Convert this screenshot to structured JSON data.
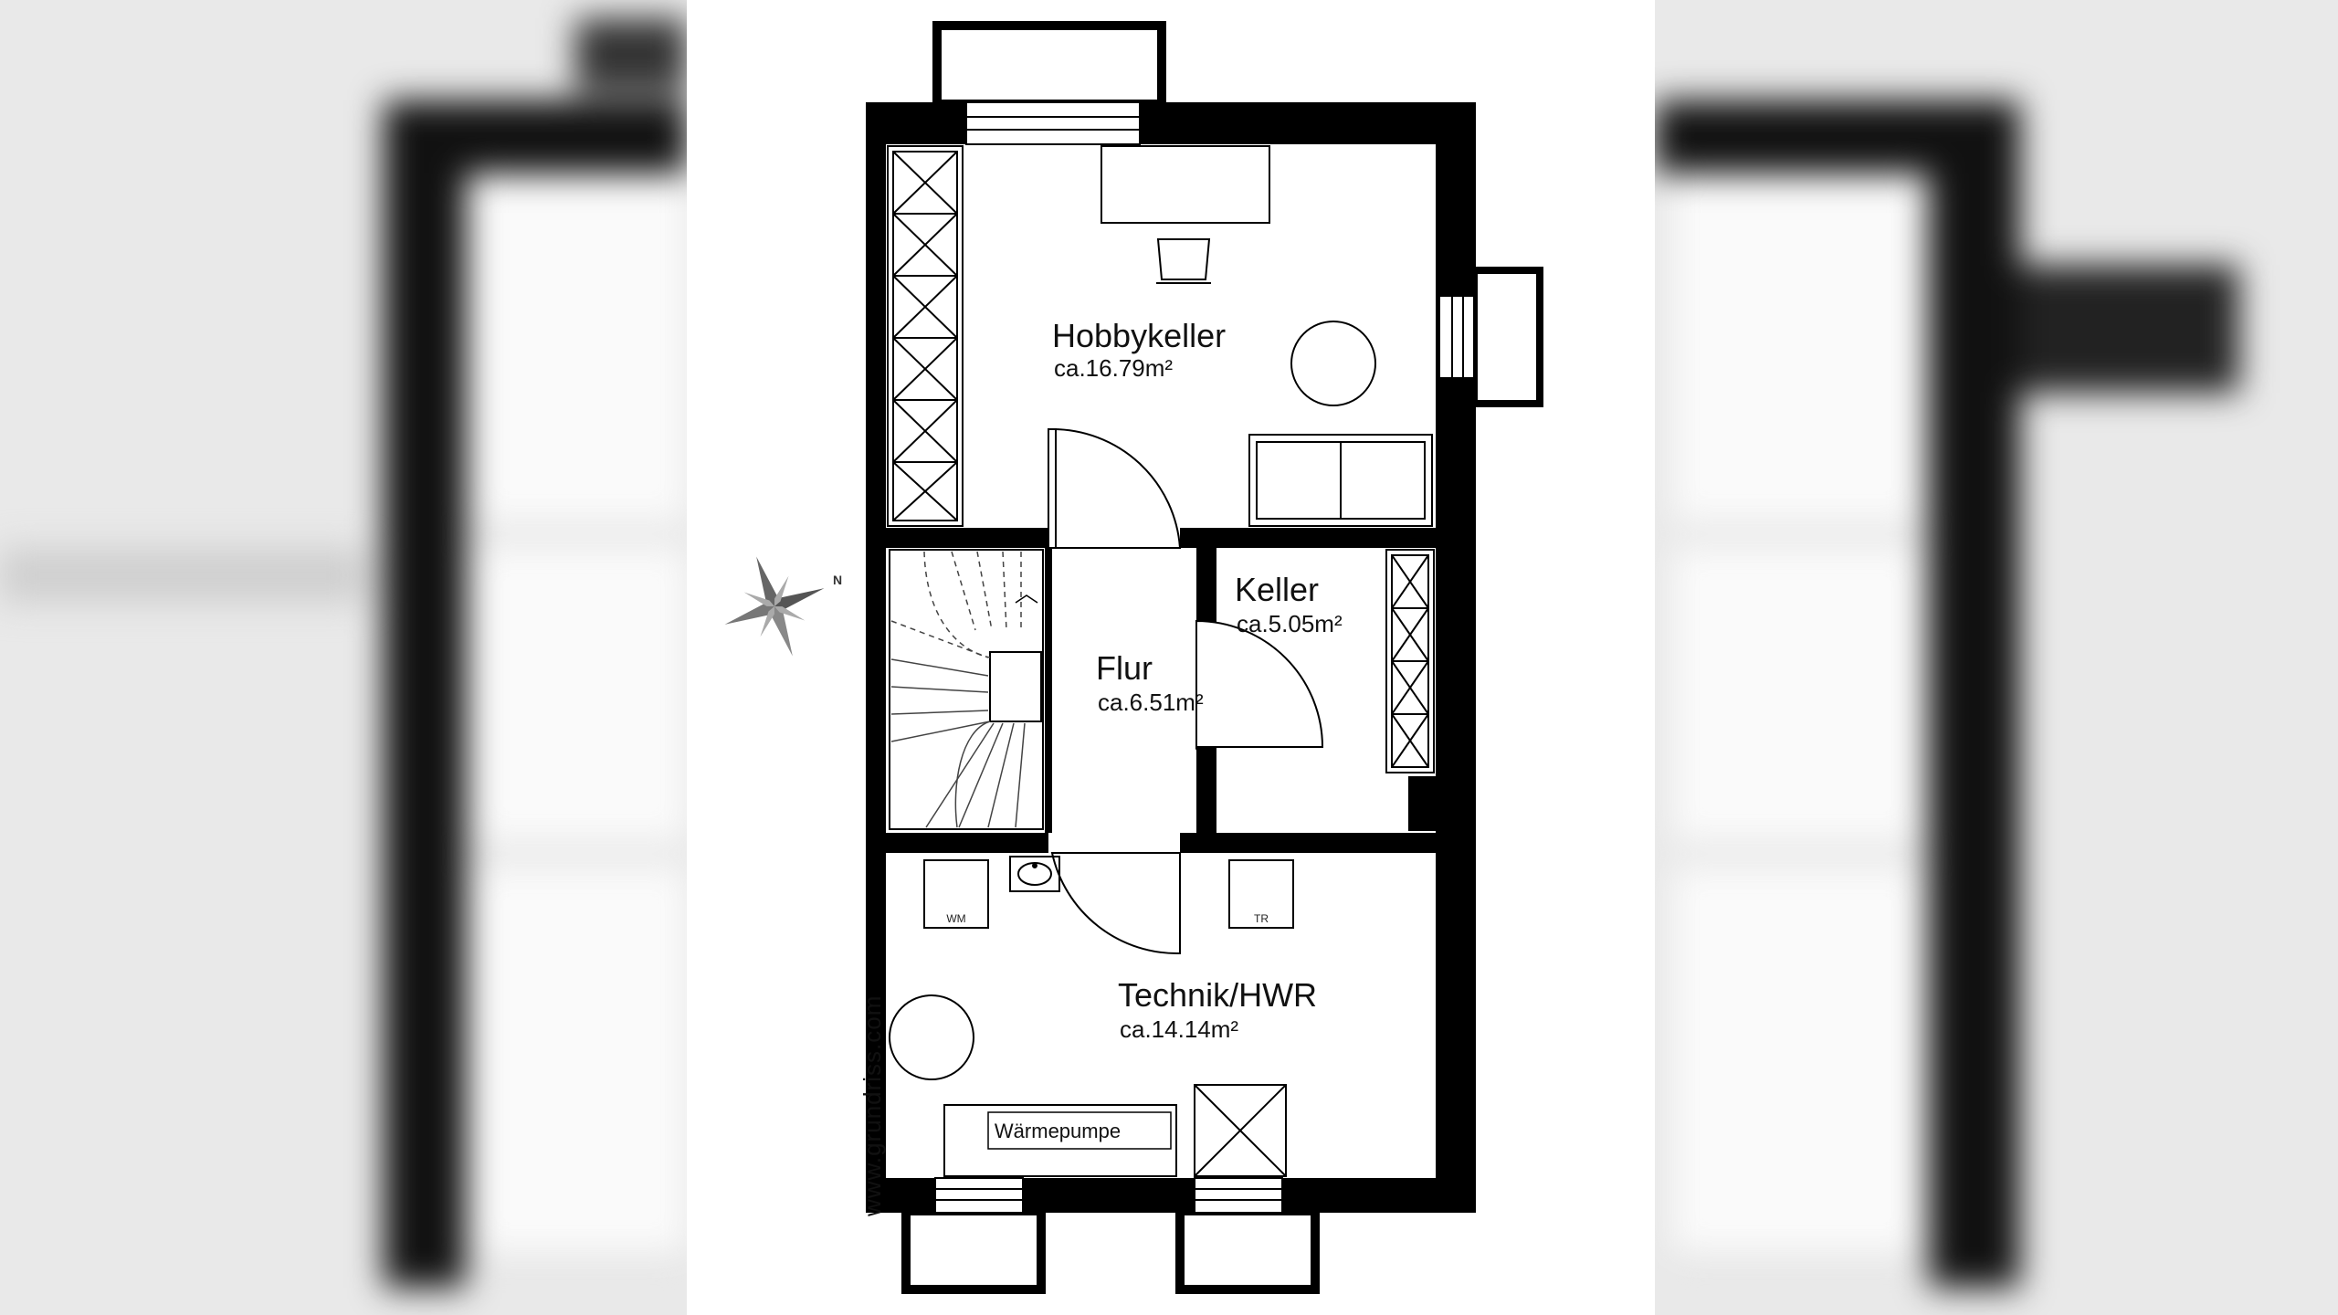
{
  "rooms": {
    "hobbykeller": {
      "name": "Hobbykeller",
      "area": "ca.16.79m²"
    },
    "keller": {
      "name": "Keller",
      "area": "ca.5.05m²"
    },
    "flur": {
      "name": "Flur",
      "area": "ca.6.51m²"
    },
    "technik": {
      "name": "Technik/HWR",
      "area": "ca.14.14m²"
    }
  },
  "appliances": {
    "washer": "WM",
    "dryer": "TR",
    "heat_pump": "Wärmepumpe"
  },
  "compass": {
    "north_label": "N"
  },
  "watermark": "www.grundriss.com",
  "colors": {
    "wall": "#000000",
    "background": "#ffffff",
    "blur_background": "#e9e9e9",
    "line": "#222222"
  }
}
